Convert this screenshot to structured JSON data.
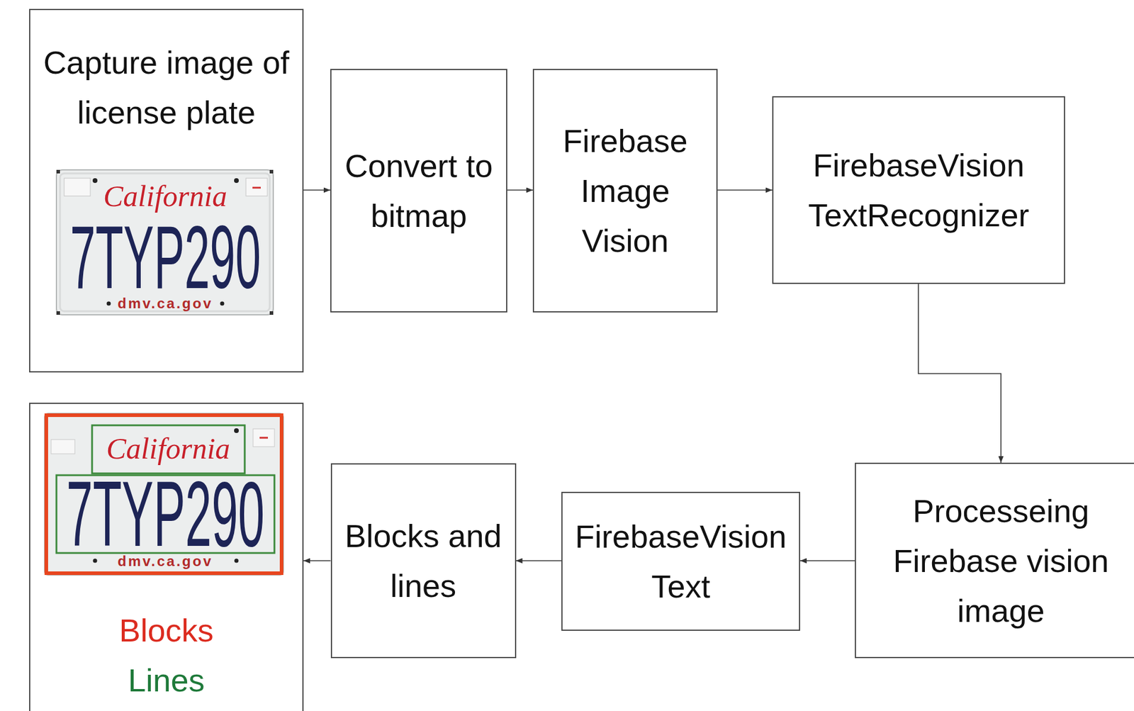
{
  "diagram": {
    "nodes": [
      {
        "text": [
          "Capture image of license plate"
        ]
      },
      {
        "text": [
          "Convert to bitmap"
        ]
      },
      {
        "text": [
          "Firebase Image Vision"
        ]
      },
      {
        "text": [
          "FirebaseVision TextRecognizer"
        ]
      },
      {
        "text": [
          "Processeing Firebase vision image"
        ]
      },
      {
        "text": [
          "FirebaseVision Text"
        ]
      },
      {
        "text": [
          "Blocks and lines"
        ]
      },
      {
        "text": [
          "Blocks",
          "Lines"
        ]
      }
    ],
    "edges": [
      {
        "from": 0,
        "to": 1,
        "arrow": "to"
      },
      {
        "from": 1,
        "to": 2,
        "arrow": "to"
      },
      {
        "from": 2,
        "to": 3,
        "arrow": "to"
      },
      {
        "from": 3,
        "to": 4,
        "arrow": "to"
      },
      {
        "from": 4,
        "to": 5,
        "arrow": "to"
      },
      {
        "from": 5,
        "to": 6,
        "arrow": "to"
      },
      {
        "from": 6,
        "to": 7,
        "arrow": "to"
      }
    ],
    "labels": [
      "California",
      "7TYP290",
      "dmv.ca.gov",
      "California",
      "7TYP290",
      "dmv.ca.gov"
    ]
  }
}
